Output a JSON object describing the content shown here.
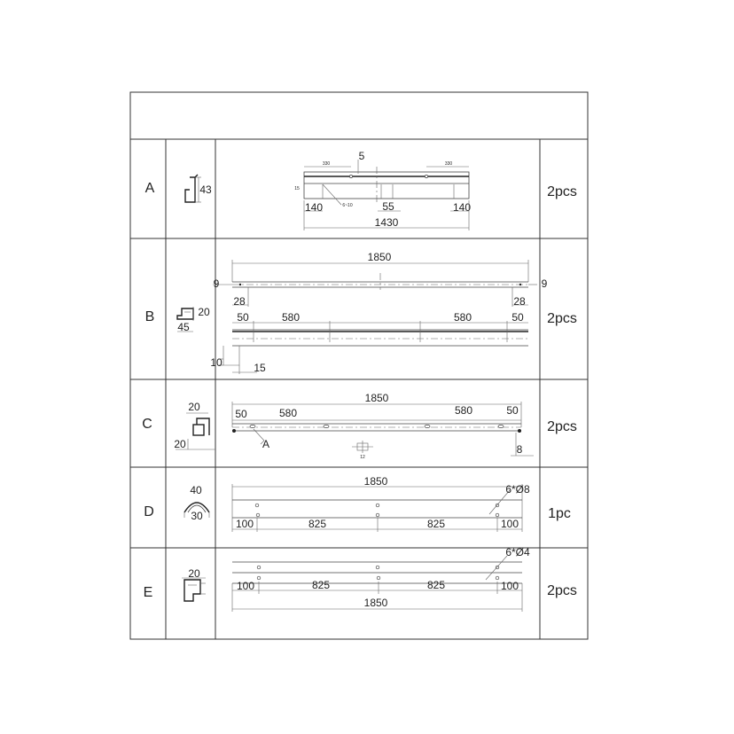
{
  "rows": [
    {
      "label": "A",
      "qty": "2pcs",
      "profile": {
        "h": "43"
      },
      "dims": {
        "top": "5",
        "left_small": "330",
        "right_small": "330",
        "side_small": "15",
        "note_small": "6~10",
        "left": "140",
        "mid": "55",
        "right": "140",
        "total": "1430"
      }
    },
    {
      "label": "B",
      "qty": "2pcs",
      "profile": {
        "h": "20",
        "w": "45"
      },
      "dims": {
        "total": "1850",
        "edge_l": "9",
        "edge_r": "9",
        "in_l": "28",
        "in_r": "28",
        "end_l": "50",
        "span_l": "580",
        "span_r": "580",
        "end_r": "50",
        "detail_h": "10",
        "detail_w": "15"
      }
    },
    {
      "label": "C",
      "qty": "2pcs",
      "profile": {
        "h": "20",
        "w": "20"
      },
      "dims": {
        "total": "1850",
        "end_l": "50",
        "span_l": "580",
        "span_r": "580",
        "end_r": "50",
        "view_mark": "A",
        "edge": "8",
        "detail_small": "12"
      }
    },
    {
      "label": "D",
      "qty": "1pc",
      "profile": {
        "outer": "40",
        "inner": "30"
      },
      "dims": {
        "total": "1850",
        "holes": "6*Ø8",
        "end_l": "100",
        "span_l": "825",
        "span_r": "825",
        "end_r": "100"
      }
    },
    {
      "label": "E",
      "qty": "2pcs",
      "profile": {
        "w": "20"
      },
      "dims": {
        "holes": "6*Ø4",
        "end_l": "100",
        "span_l": "825",
        "span_r": "825",
        "end_r": "100",
        "total": "1850"
      }
    }
  ]
}
